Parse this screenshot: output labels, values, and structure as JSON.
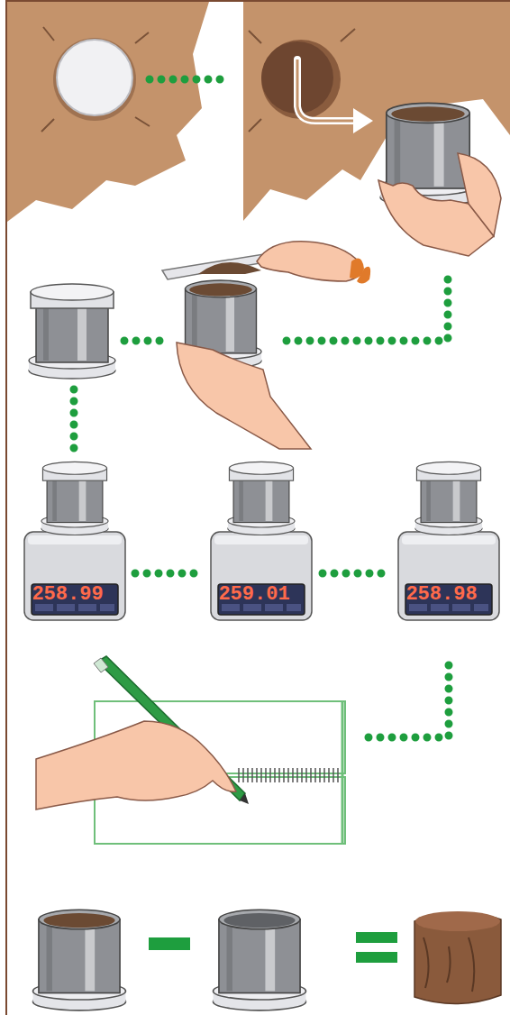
{
  "diagram": {
    "labels": [
      "258.99",
      "259.01",
      "258.98"
    ]
  }
}
